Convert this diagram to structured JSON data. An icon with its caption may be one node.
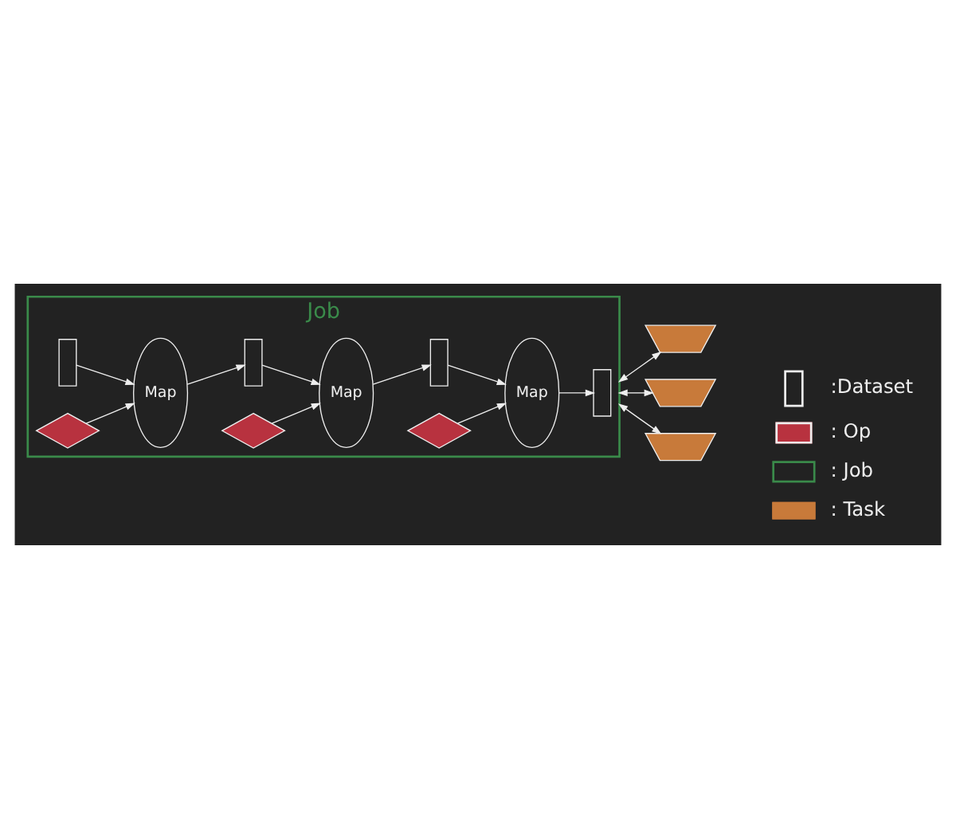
{
  "diagram": {
    "nodes": [
      {
        "text": [
          "Job"
        ]
      },
      {
        "text": [],
        "shape": "box",
        "in": 0
      },
      {
        "text": [],
        "shape": "diamond",
        "in": 0
      },
      {
        "text": [
          "Map"
        ],
        "in": 0
      },
      {
        "text": [],
        "shape": "diamond",
        "in": 0
      },
      {
        "text": [],
        "shape": "box",
        "in": 0
      },
      {
        "text": [
          "Map"
        ],
        "in": 0
      },
      {
        "text": [],
        "shape": "diamond",
        "in": 0
      },
      {
        "text": [],
        "shape": "box",
        "in": 0
      },
      {
        "text": [
          "Map"
        ],
        "in": 0
      },
      {
        "text": [],
        "shape": "box",
        "in": 0
      },
      {
        "text": [],
        "shape": "trapezium"
      },
      {
        "text": [],
        "shape": "trapezium"
      },
      {
        "text": [],
        "shape": "trapezium"
      }
    ],
    "edges": [
      {
        "from": 1,
        "to": 3,
        "arrow": "to"
      },
      {
        "from": 2,
        "to": 3,
        "arrow": "to"
      },
      {
        "from": 3,
        "to": 5,
        "arrow": "to"
      },
      {
        "from": 4,
        "to": 6,
        "arrow": "to"
      },
      {
        "from": 5,
        "to": 6,
        "arrow": "to"
      },
      {
        "from": 6,
        "to": 8,
        "arrow": "to"
      },
      {
        "from": 7,
        "to": 9,
        "arrow": "to"
      },
      {
        "from": 8,
        "to": 9,
        "arrow": "to"
      },
      {
        "from": 9,
        "to": 10,
        "arrow": "to"
      },
      {
        "from": 0,
        "to": 11,
        "arrow": "both"
      },
      {
        "from": 0,
        "to": 12,
        "arrow": "both"
      },
      {
        "from": 0,
        "to": 13,
        "arrow": "both"
      }
    ],
    "legend": [
      {
        "text": ":Dataset"
      },
      {
        "text": ": Op"
      },
      {
        "text": ": Job"
      },
      {
        "text": ": Task"
      }
    ]
  }
}
